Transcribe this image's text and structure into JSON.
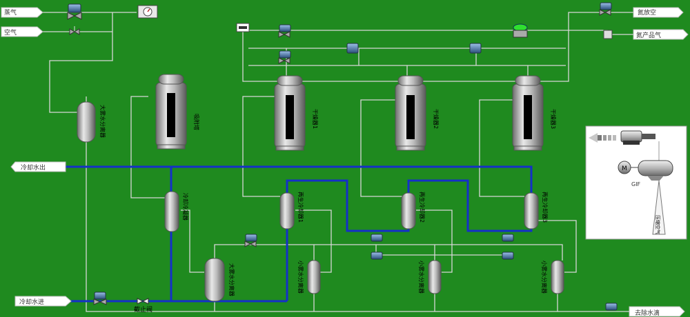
{
  "inlets": {
    "steam": "蒸气",
    "air": "空气",
    "cooling_water_in_top": "冷却水出",
    "cooling_water_in_bottom": "冷却水进"
  },
  "outlets": {
    "vent": "氮放空",
    "product_nitrogen": "氮产品气",
    "water_out": "去除水滴"
  },
  "vessels": {
    "big_separator_top": "大雾水分离器",
    "cooler": "冷却冷凝器",
    "big_separator_bottom": "大雾水分离器",
    "regen_cooler_1": "再生冷却器1",
    "regen_cooler_2": "再生冷却器2",
    "regen_cooler_3": "再生冷却器3",
    "small_separator_1": "小雾水分离器",
    "small_separator_2": "小雾水分离器",
    "small_separator_3": "小雾水分离器"
  },
  "towers": {
    "absorber": "吸附塔",
    "dryer_1": "干燥器1",
    "dryer_2": "干燥器2",
    "dryer_3": "干燥器3"
  },
  "valves": {
    "check_valve": "截止阀"
  },
  "compressor_panel": {
    "unit_label": "GIF",
    "motor_label": "M",
    "inlet_label": "压缩空气"
  },
  "colors": {
    "background": "#1f8a1f",
    "pipe": "#d8d8d8",
    "water_line": "#1430c8"
  }
}
